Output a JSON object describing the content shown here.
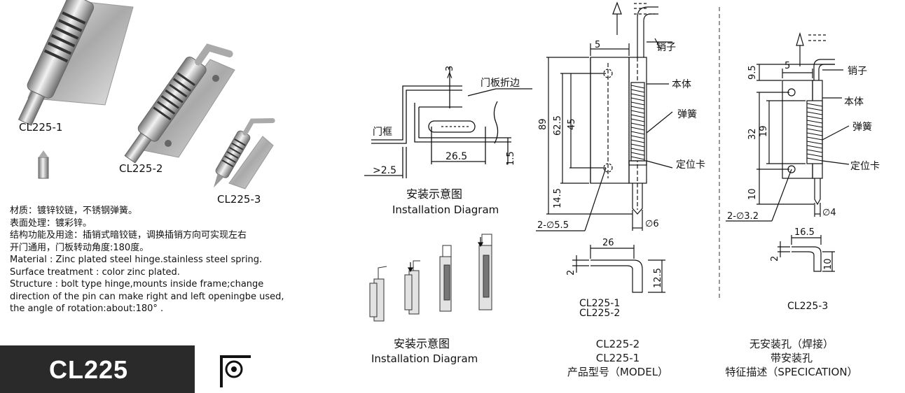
{
  "photos": {
    "cl225_1": "CL225-1",
    "cl225_2": "CL225-2",
    "cl225_3": "CL225-3"
  },
  "description": {
    "cn_line1": "材质：镀锌铰链，不锈钢弹簧。",
    "cn_line2": "表面处理：镀彩锌。",
    "cn_line3": "结构功能及用途：插销式暗铰链，调换插销方向可实现左右",
    "cn_line4": "开门通用，门板转动角度:180度。",
    "en_line1": "Material :  Zinc plated steel hinge.stainless steel spring.",
    "en_line2": "Surface treatment : color zinc plated.",
    "en_line3": "Structure : bolt type hinge,mounts inside frame;change",
    "en_line4": "direction of the pin can make right and left openingbe used,",
    "en_line5": "the angle of rotation:about:180°  ."
  },
  "brand": {
    "model": "CL225"
  },
  "install_diagram_1": {
    "door_frame": "门框",
    "door_flange": "门板折边",
    "dim_gap": ">3",
    "dim_width": "26.5",
    "dim_thick": "1.5",
    "dim_edge": ">2.5",
    "title_cn": "安装示意图",
    "title_en": "Installation Diagram"
  },
  "install_diagram_2": {
    "title_cn": "安装示意图",
    "title_en": "Installation Diagram"
  },
  "drawing_cl225_12": {
    "pin": "销子",
    "body": "本体",
    "spring": "弹簧",
    "retainer": "定位卡",
    "dim_top": "5",
    "dim_89": "89",
    "dim_62_5": "62.5",
    "dim_45": "45",
    "dim_14_5": "14.5",
    "dim_holes": "2-∅5.5",
    "dim_pin_dia": "∅6",
    "dim_26": "26",
    "dim_2": "2",
    "dim_12_5": "12.5",
    "label_a": "CL225-1",
    "label_b": "CL225-2"
  },
  "drawing_cl225_3": {
    "pin": "销子",
    "body": "本体",
    "spring": "弹簧",
    "retainer": "定位卡",
    "dim_9_5": "9.5",
    "dim_5": "5",
    "dim_32": "32",
    "dim_19": "19",
    "dim_10": "10",
    "dim_holes": "2-∅3.2",
    "dim_pin_dia": "∅4",
    "dim_16_5": "16.5",
    "dim_2": "2",
    "dim_10b": "10",
    "label": "CL225-3"
  },
  "model_column": {
    "line1": "CL225-2",
    "line2": "CL225-1",
    "heading": "产品型号（MODEL）"
  },
  "feature_column": {
    "line1": "无安装孔（焊接）",
    "line2": "带安装孔",
    "heading": "特征描述（SPECICATION）"
  }
}
